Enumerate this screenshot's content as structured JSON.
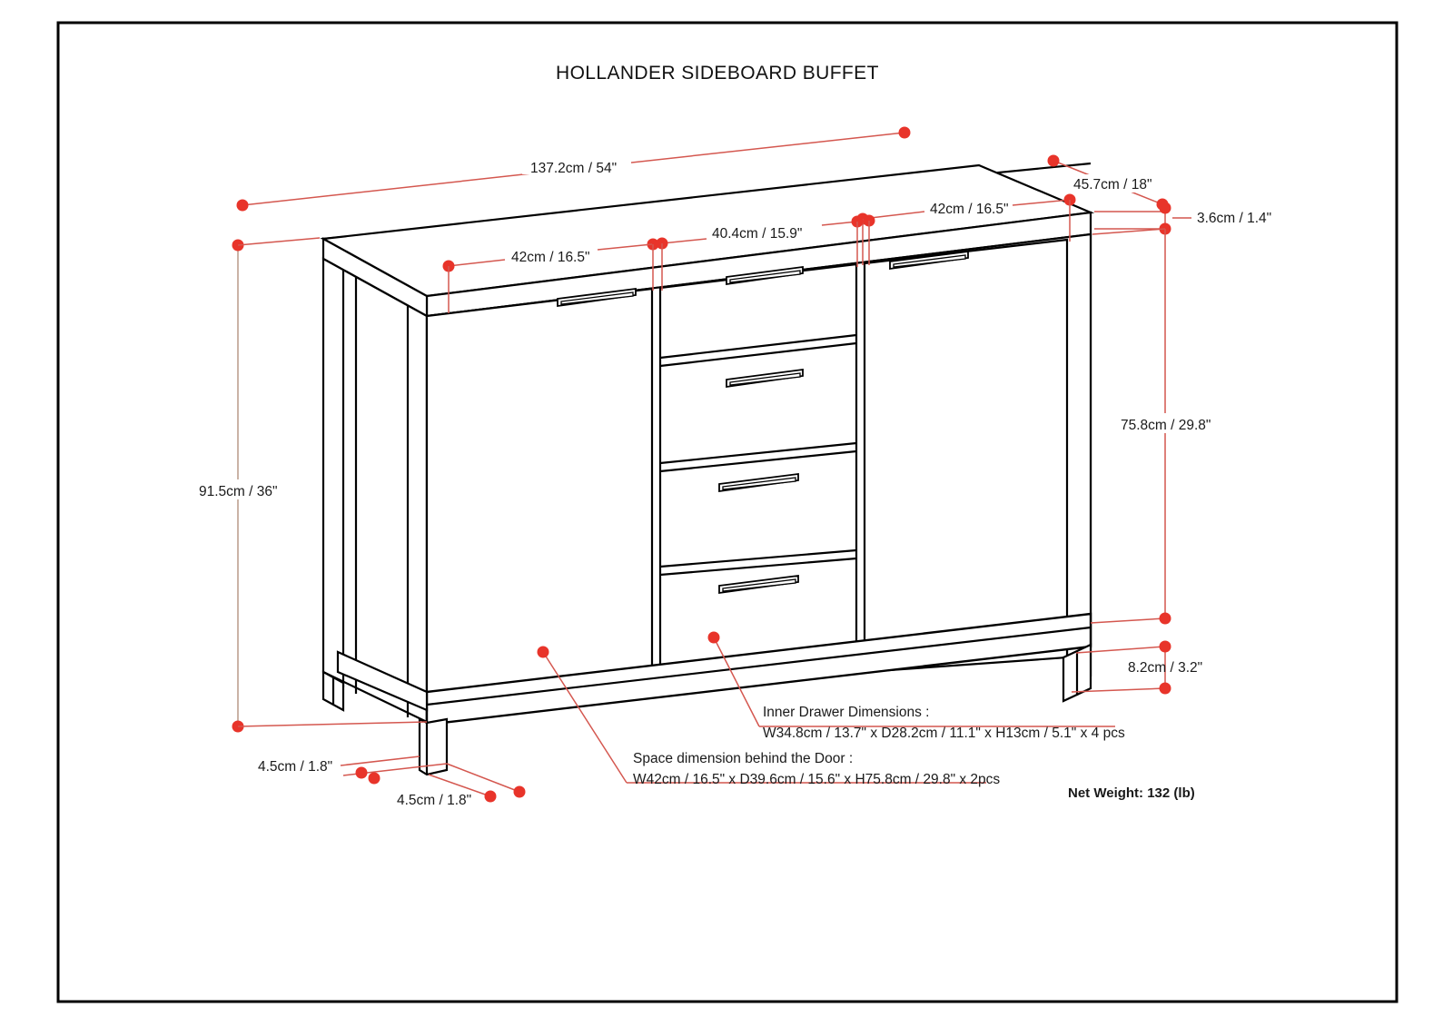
{
  "sheet": {
    "title": "HOLLANDER SIDEBOARD BUFFET",
    "border_color": "#000000",
    "background": "#ffffff",
    "line_color": "#000000",
    "dimension_color": "#e8342a",
    "dimension_line_color": "#d4574f"
  },
  "dimensions": {
    "overall_width": "137.2cm / 54\"",
    "overall_depth": "45.7cm / 18\"",
    "overall_height": "91.5cm / 36\"",
    "top_thickness": "3.6cm / 1.4\"",
    "door_width_left": "42cm / 16.5\"",
    "door_width_right": "42cm / 16.5\"",
    "drawer_width": "40.4cm / 15.9\"",
    "cabinet_height": "75.8cm / 29.8\"",
    "base_rail_height": "8.2cm / 3.2\"",
    "leg_width": "4.5cm / 1.8\"",
    "leg_depth": "4.5cm / 1.8\""
  },
  "notes": {
    "inner_drawer_title": "Inner Drawer Dimensions :",
    "inner_drawer_value": "W34.8cm / 13.7\" x D28.2cm / 11.1\" x H13cm / 5.1\" x 4 pcs",
    "door_space_title": "Space dimension behind the Door :",
    "door_space_value": "W42cm / 16.5\" x D39.6cm / 15.6\" x H75.8cm / 29.8\" x 2pcs",
    "net_weight": "Net Weight: 132 (lb)"
  },
  "chart_data": {
    "type": "table",
    "title": "HOLLANDER SIDEBOARD BUFFET",
    "subtitle": "Isometric furniture dimension drawing",
    "categories": [
      "Overall Width",
      "Overall Depth",
      "Overall Height",
      "Top Thickness",
      "Left Door Width",
      "Right Door Width",
      "Drawer Width",
      "Cabinet Body Height",
      "Base Rail Height",
      "Leg Width",
      "Leg Depth",
      "Net Weight"
    ],
    "values_cm": [
      137.2,
      45.7,
      91.5,
      3.6,
      42,
      42,
      40.4,
      75.8,
      8.2,
      4.5,
      4.5,
      null
    ],
    "values_in": [
      54,
      18,
      36,
      1.4,
      16.5,
      16.5,
      15.9,
      29.8,
      3.2,
      1.8,
      1.8,
      null
    ],
    "labels": [
      "137.2cm / 54\"",
      "45.7cm / 18\"",
      "91.5cm / 36\"",
      "3.6cm / 1.4\"",
      "42cm / 16.5\"",
      "42cm / 16.5\"",
      "40.4cm / 15.9\"",
      "75.8cm / 29.8\"",
      "8.2cm / 3.2\"",
      "4.5cm / 1.8\"",
      "4.5cm / 1.8\"",
      "132 lb"
    ],
    "annotations": [
      "Inner Drawer Dimensions : W34.8cm / 13.7\" x D28.2cm / 11.1\" x H13cm / 5.1\" x 4 pcs",
      "Space dimension behind the Door : W42cm / 16.5\" x D39.6cm / 15.6\" x H75.8cm / 29.8\" x 2pcs",
      "Net Weight: 132 (lb)"
    ],
    "xlabel": "",
    "ylabel": "",
    "grid": false,
    "legend": "none"
  }
}
